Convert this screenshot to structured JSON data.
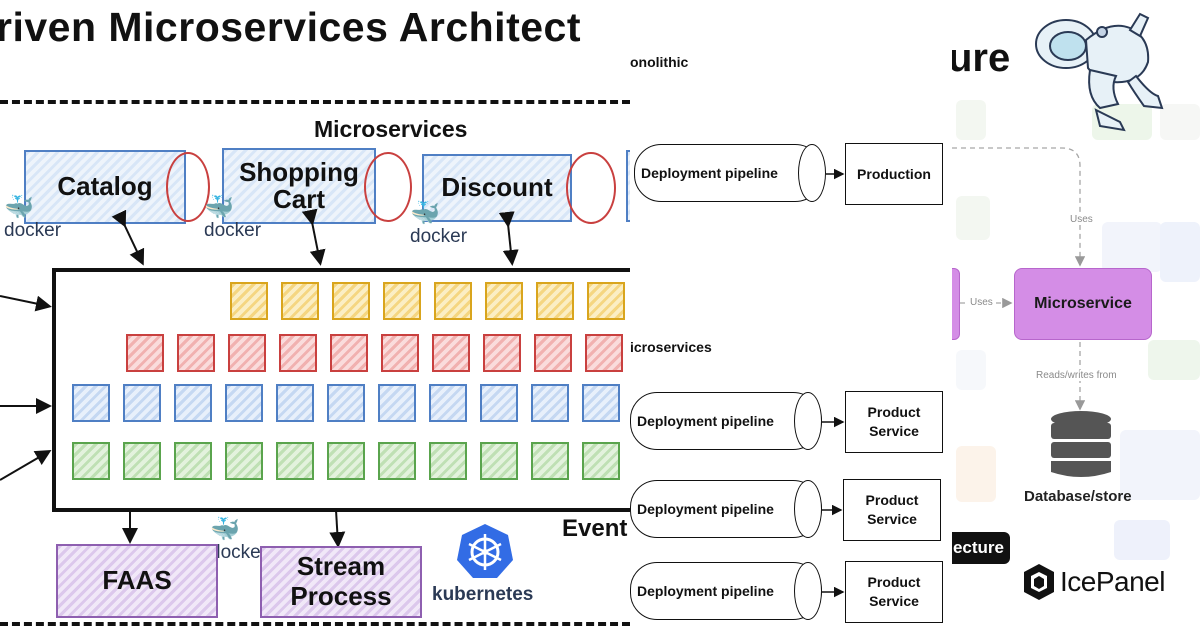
{
  "panel_left": {
    "title": "riven Microservices Architect",
    "microservices_label": "Microservices",
    "services": [
      "Catalog",
      "Shopping Cart",
      "Discount"
    ],
    "docker_label": "docker",
    "event_label": "Event",
    "bottom_services": [
      "FAAS",
      "Stream Process"
    ],
    "kubernetes_label": "kubernetes",
    "event_grid_rows": [
      {
        "color": "yellow",
        "count": 8
      },
      {
        "color": "red",
        "count": 10
      },
      {
        "color": "blue",
        "count": 11
      },
      {
        "color": "green",
        "count": 11
      }
    ]
  },
  "panel_middle": {
    "monolithic_heading": "onolithic",
    "monolithic_pipeline": {
      "pipeline": "Deployment pipeline",
      "target": "Production"
    },
    "microservices_heading": "icroservices",
    "micro_pipelines": [
      {
        "pipeline": "Deployment pipeline",
        "target": "Product Service"
      },
      {
        "pipeline": "Deployment pipeline",
        "target": "Product Service"
      },
      {
        "pipeline": "Deployment pipeline",
        "target": "Product Service"
      }
    ]
  },
  "panel_right": {
    "title_fragment": "ure",
    "microservice_label": "Microservice",
    "uses_label_top": "Uses",
    "uses_label_left": "Uses",
    "reads_writes_label": "Reads/writes from",
    "database_label": "Database/store",
    "architecture_pill": "ecture",
    "brand": "IcePanel",
    "colors": {
      "microservice": "#d48de6",
      "database": "#555555"
    }
  }
}
